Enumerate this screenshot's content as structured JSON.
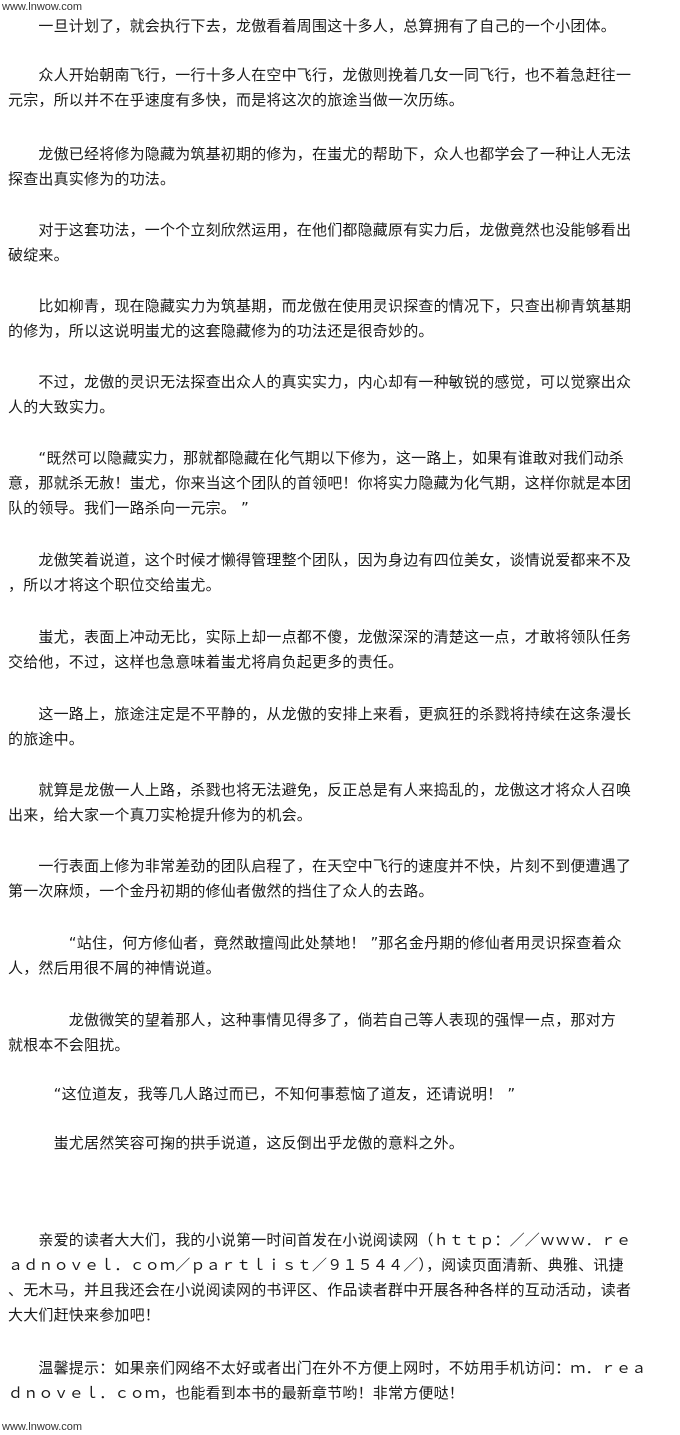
{
  "watermark": {
    "top": "www.lnwow.com",
    "bottom": "www.lnwow.com"
  },
  "paragraphs": [
    [
      "　　一旦计划了，就会执行下去，龙傲看着周围这十多人，总算拥有了自己的一个小团体。"
    ],
    [
      "　　众人开始朝南飞行，一行十多人在空中飞行，龙傲则挽着几女一同飞行，也不着急赶往一",
      "元宗，所以并不在乎速度有多快，而是将这次的旅途当做一次历练。"
    ],
    [
      "　　龙傲已经将修为隐藏为筑基初期的修为，在蚩尤的帮助下，众人也都学会了一种让人无法",
      "探查出真实修为的功法。"
    ],
    [
      "　　对于这套功法，一个个立刻欣然运用，在他们都隐藏原有实力后，龙傲竟然也没能够看出",
      "破绽来。"
    ],
    [
      "　　比如柳青，现在隐藏实力为筑基期，而龙傲在使用灵识探查的情况下，只查出柳青筑基期",
      "的修为，所以这说明蚩尤的这套隐藏修为的功法还是很奇妙的。"
    ],
    [
      "　　不过，龙傲的灵识无法探查出众人的真实实力，内心却有一种敏锐的感觉，可以觉察出众",
      "人的大致实力。"
    ],
    [
      "　　“既然可以隐藏实力，那就都隐藏在化气期以下修为，这一路上，如果有谁敢对我们动杀",
      "意，那就杀无赦！蚩尤，你来当这个团队的首领吧！你将实力隐藏为化气期，这样你就是本团",
      "队的领导。我们一路杀向一元宗。 ”"
    ],
    [
      "　　龙傲笑着说道，这个时候才懒得管理整个团队，因为身边有四位美女，谈情说爱都来不及",
      "，所以才将这个职位交给蚩尤。"
    ],
    [
      "　　蚩尤，表面上冲动无比，实际上却一点都不傻，龙傲深深的清楚这一点，才敢将领队任务",
      "交给他，不过，这样也急意味着蚩尤将肩负起更多的责任。"
    ],
    [
      "　　这一路上，旅途注定是不平静的，从龙傲的安排上来看，更疯狂的杀戮将持续在这条漫长",
      "的旅途中。"
    ],
    [
      "　　就算是龙傲一人上路，杀戮也将无法避免，反正总是有人来捣乱的，龙傲这才将众人召唤",
      "出来，给大家一个真刀实枪提升修为的机会。"
    ],
    [
      "　　一行表面上修为非常差劲的团队启程了，在天空中飞行的速度并不快，片刻不到便遭遇了",
      "第一次麻烦，一个金丹初期的修仙者傲然的挡住了众人的去路。"
    ],
    [
      "　　　　“站住，何方修仙者，竟然敢擅闯此处禁地！ ”那名金丹期的修仙者用灵识探查着众",
      "人，然后用很不屑的神情说道。"
    ],
    [
      "　　　　龙傲微笑的望着那人，这种事情见得多了，倘若自己等人表现的强悍一点，那对方",
      "就根本不会阻扰。"
    ],
    [
      "　　　“这位道友，我等几人路过而已，不知何事惹恼了道友，还请说明！ ”"
    ],
    [
      "　　　蚩尤居然笑容可掬的拱手说道，这反倒出乎龙傲的意料之外。"
    ],
    [
      "　　亲爱的读者大大们，我的小说第一时间首发在小说阅读网（ｈｔｔｐ：／／ｗｗｗ．ｒｅ",
      "ａｄｎｏｖｅｌ．ｃｏｍ／ｐａｒｔｌｉｓｔ／９１５４４／），阅读页面清新、典雅、讯捷",
      "、无木马，并且我还会在小说阅读网的书评区、作品读者群中开展各种各样的互动活动，读者",
      "大大们赶快来参加吧！"
    ],
    [
      "　　温馨提示：如果亲们网络不太好或者出门在外不方便上网时，不妨用手机访问：ｍ．ｒｅａ",
      "ｄｎｏｖｅｌ．ｃｏｍ，也能看到本书的最新章节哟！非常方便哒！"
    ]
  ]
}
